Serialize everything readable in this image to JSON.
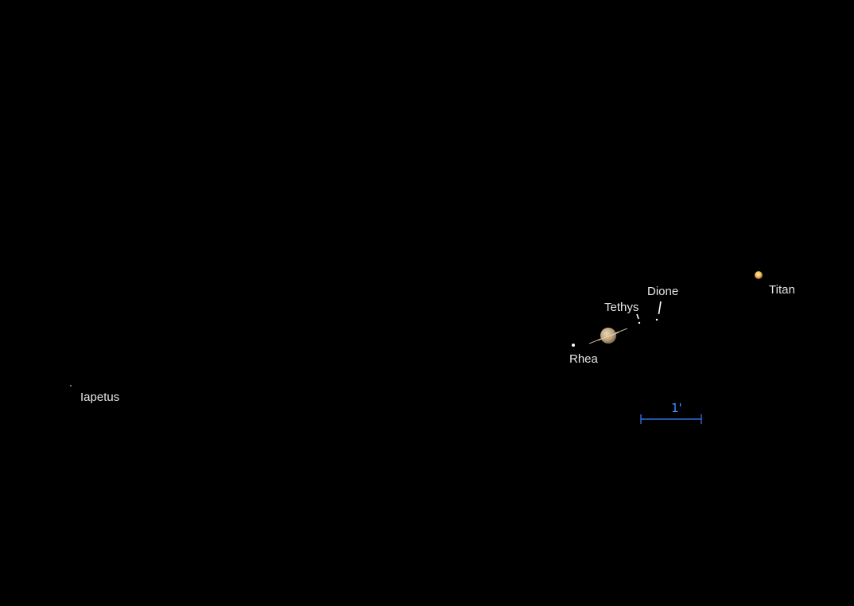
{
  "view": {
    "background_color": "#000000",
    "label_color": "#e6e6e6",
    "scale_color": "#3d8bff"
  },
  "scale_bar": {
    "label": "1'"
  },
  "planet": {
    "icon": "ringed-planet-icon",
    "color": "#c9b08a"
  },
  "moons": {
    "titan": {
      "label": "Titan",
      "color": "#f2bb55"
    },
    "dione": {
      "label": "Dione",
      "color": "#ffffff"
    },
    "tethys": {
      "label": "Tethys",
      "color": "#ffffff"
    },
    "rhea": {
      "label": "Rhea",
      "color": "#ffffff"
    },
    "iapetus": {
      "label": "Iapetus",
      "color": "#ffffff"
    }
  }
}
